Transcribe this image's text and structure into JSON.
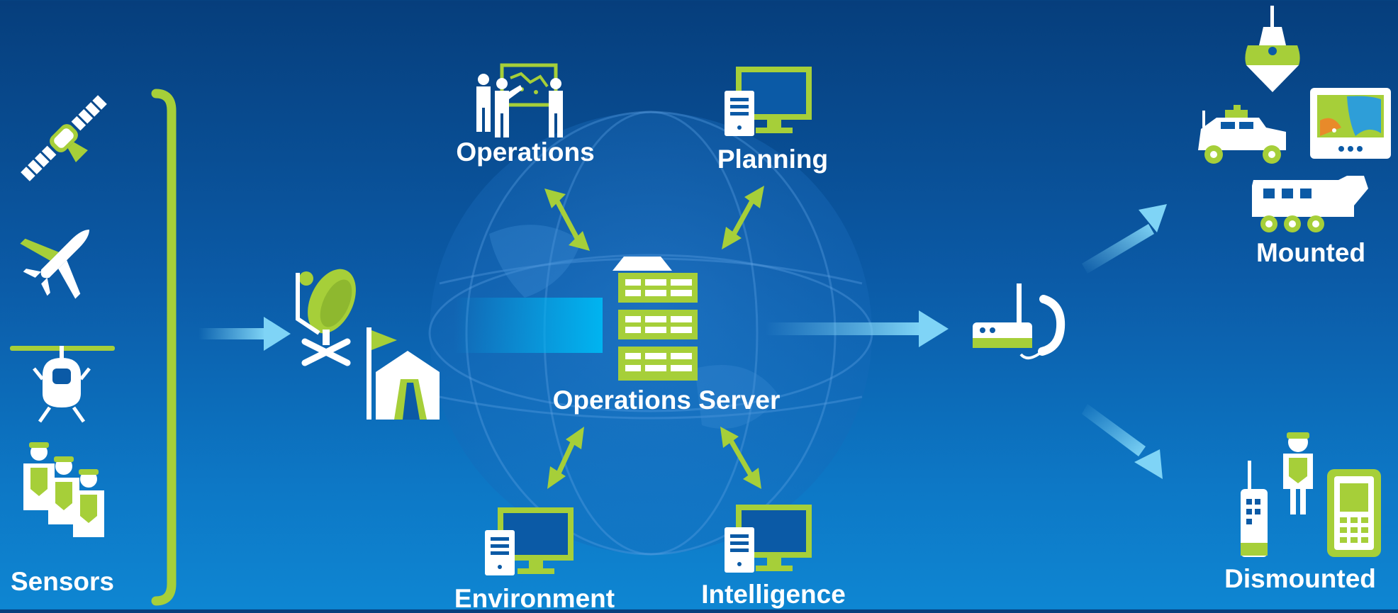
{
  "labels": {
    "sensors": "Sensors",
    "operations": "Operations",
    "planning": "Planning",
    "server": "Operations Server",
    "environment": "Environment",
    "intelligence": "Intelligence",
    "mounted": "Mounted",
    "dismounted": "Dismounted"
  },
  "colors": {
    "green": "#a6cf39",
    "white": "#ffffff",
    "arrow_light": "#7fd4f6",
    "feed_bar": "#00b4f0"
  }
}
